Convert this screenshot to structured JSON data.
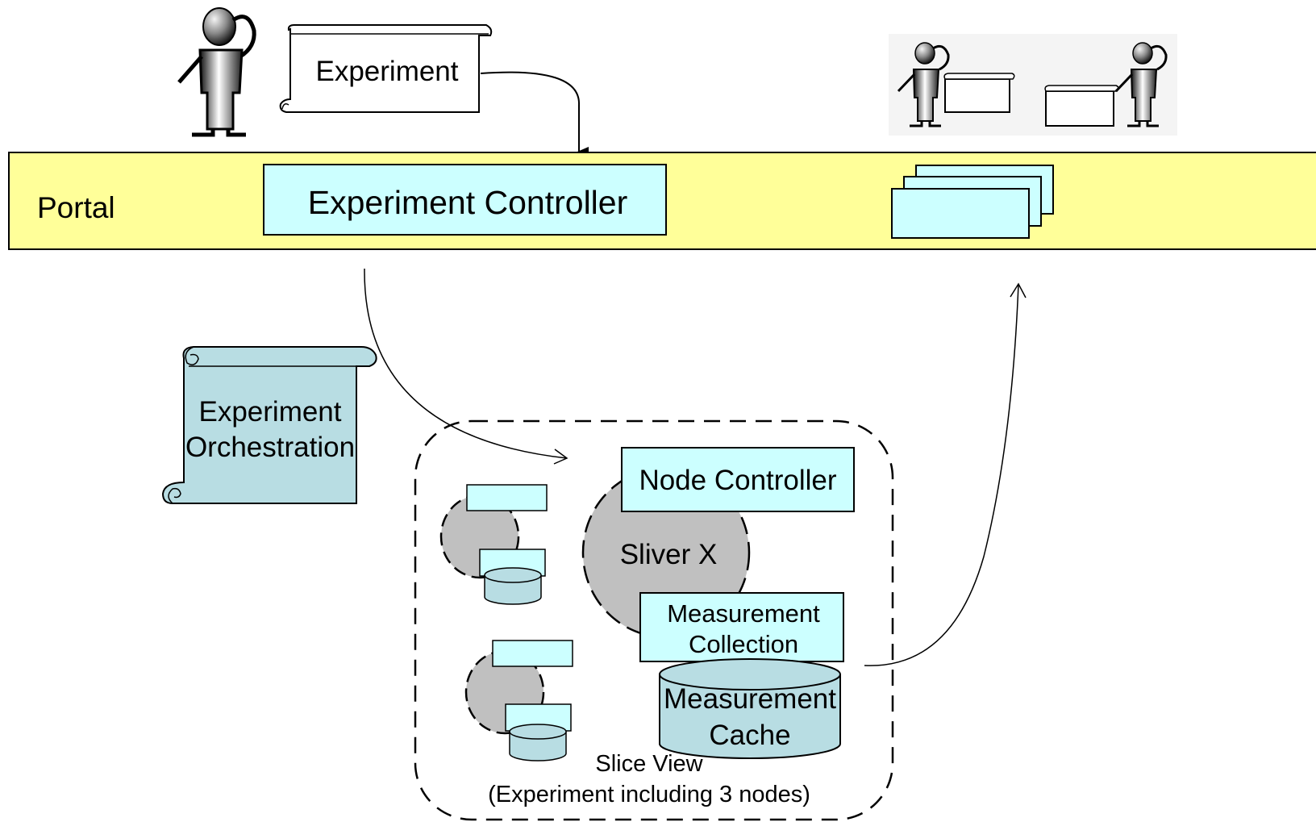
{
  "portal_label": "Portal",
  "experiment_doc_label": "Experiment",
  "experiment_controller_label": "Experiment Controller",
  "orchestration_label_line1": "Experiment",
  "orchestration_label_line2": "Orchestration",
  "node_controller_label": "Node Controller",
  "sliver_label": "Sliver X",
  "measurement_collection_line1": "Measurement",
  "measurement_collection_line2": "Collection",
  "measurement_cache_line1": "Measurement",
  "measurement_cache_line2": "Cache",
  "slice_view_line1": "Slice View",
  "slice_view_line2": "(Experiment including 3 nodes)",
  "colors": {
    "portal_band": "#ffff99",
    "light_cyan_box": "#ccffff",
    "orchestration_scroll": "#b8dde3",
    "cache_cylinder": "#b8dde3",
    "sliver_gray": "#c0c0c0"
  }
}
